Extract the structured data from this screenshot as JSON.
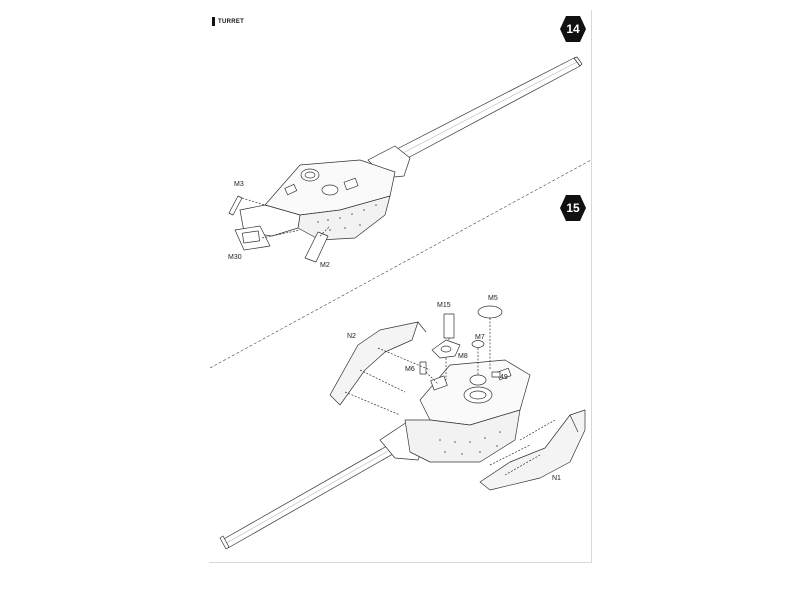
{
  "section": {
    "title": "TURRET"
  },
  "steps": [
    {
      "number": "14",
      "labels": {
        "m3": "M3",
        "m30": "M30",
        "m2": "M2"
      }
    },
    {
      "number": "15",
      "labels": {
        "m15": "M15",
        "m5": "M5",
        "n2": "N2",
        "m7": "M7",
        "m8": "M8",
        "m6": "M6",
        "a49": "49",
        "n1": "N1"
      }
    }
  ],
  "colors": {
    "ink": "#111111",
    "line": "#333333",
    "fill_light": "#f2f2f2"
  }
}
